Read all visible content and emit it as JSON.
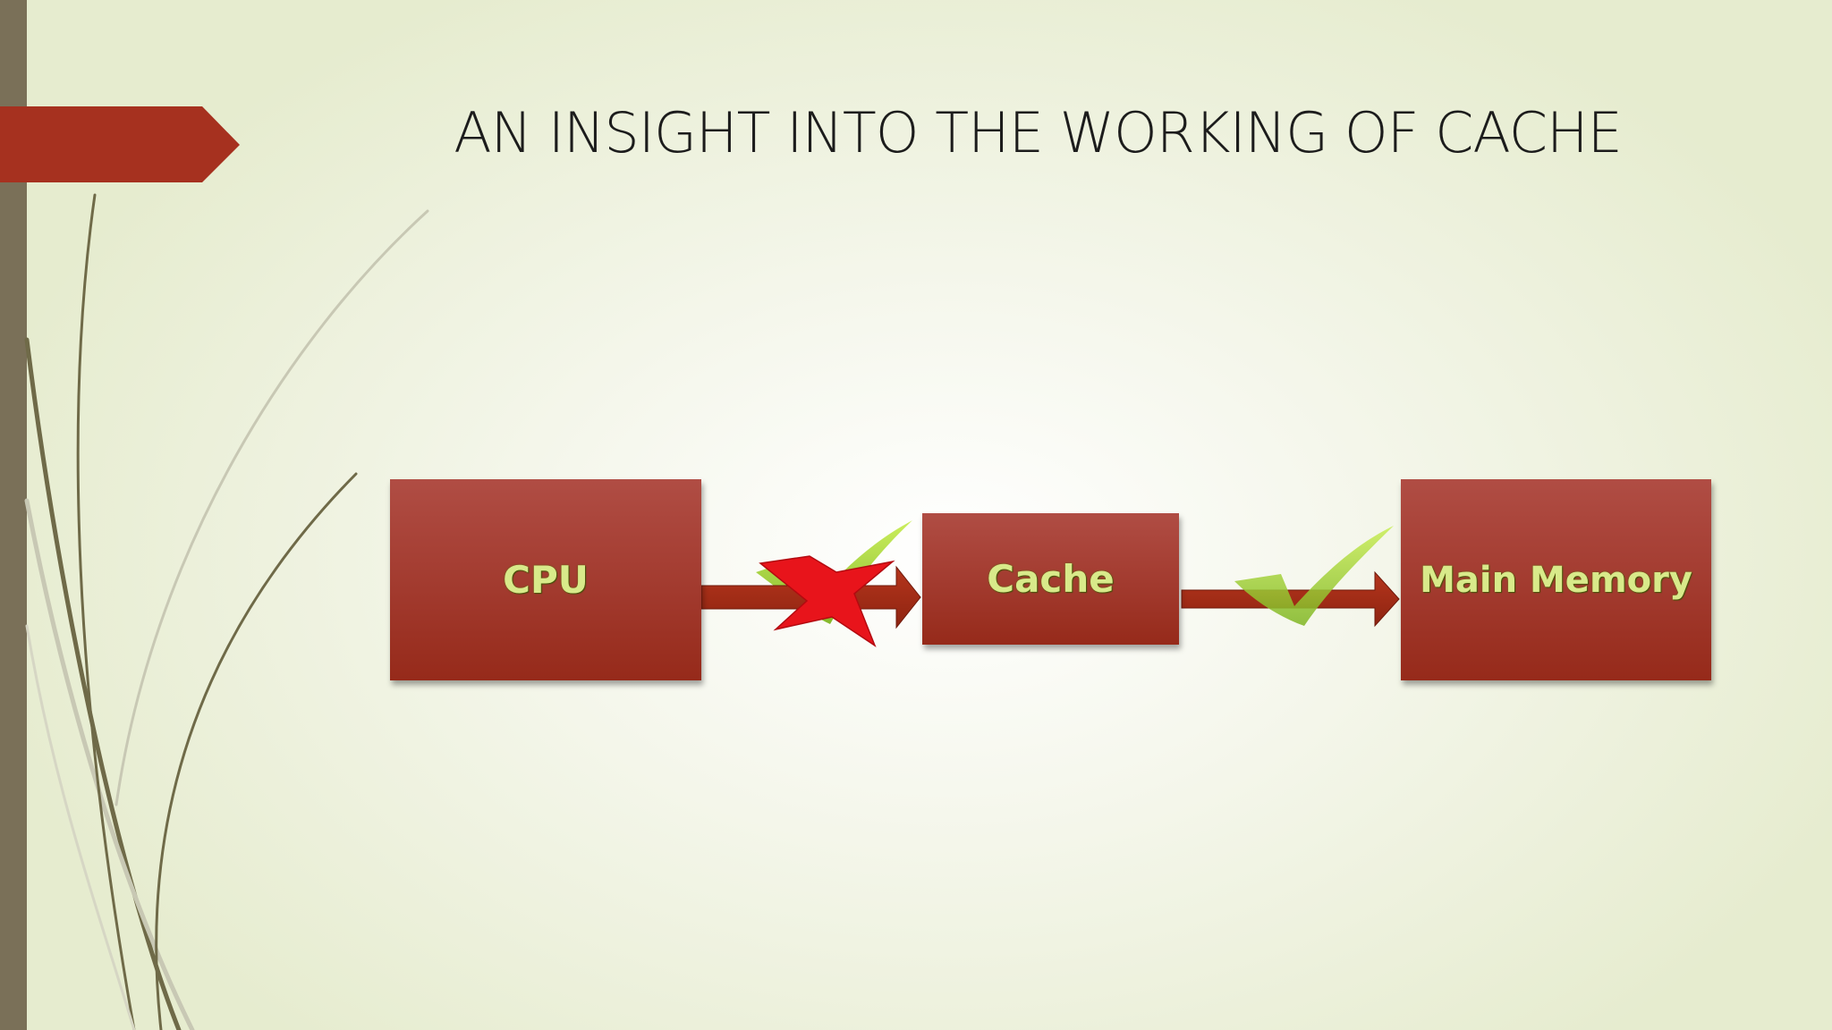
{
  "slide": {
    "title": "AN INSIGHT INTO THE WORKING OF CACHE"
  },
  "diagram": {
    "nodes": [
      {
        "id": "cpu",
        "label": "CPU"
      },
      {
        "id": "cache",
        "label": "Cache"
      },
      {
        "id": "main_memory",
        "label": "Main Memory"
      }
    ],
    "edges": [
      {
        "from": "cpu",
        "to": "cache",
        "status_icon": "cross-icon",
        "secondary_icon": "check-icon"
      },
      {
        "from": "cache",
        "to": "main_memory",
        "status_icon": "check-icon"
      }
    ]
  },
  "colors": {
    "accent_red": "#a6311f",
    "box_red": "#a23a2e",
    "label_green": "#d8ea8a",
    "check_green": "#9fcc2e",
    "cross_red": "#e8141b",
    "sidebar_brown": "#7a7058"
  }
}
